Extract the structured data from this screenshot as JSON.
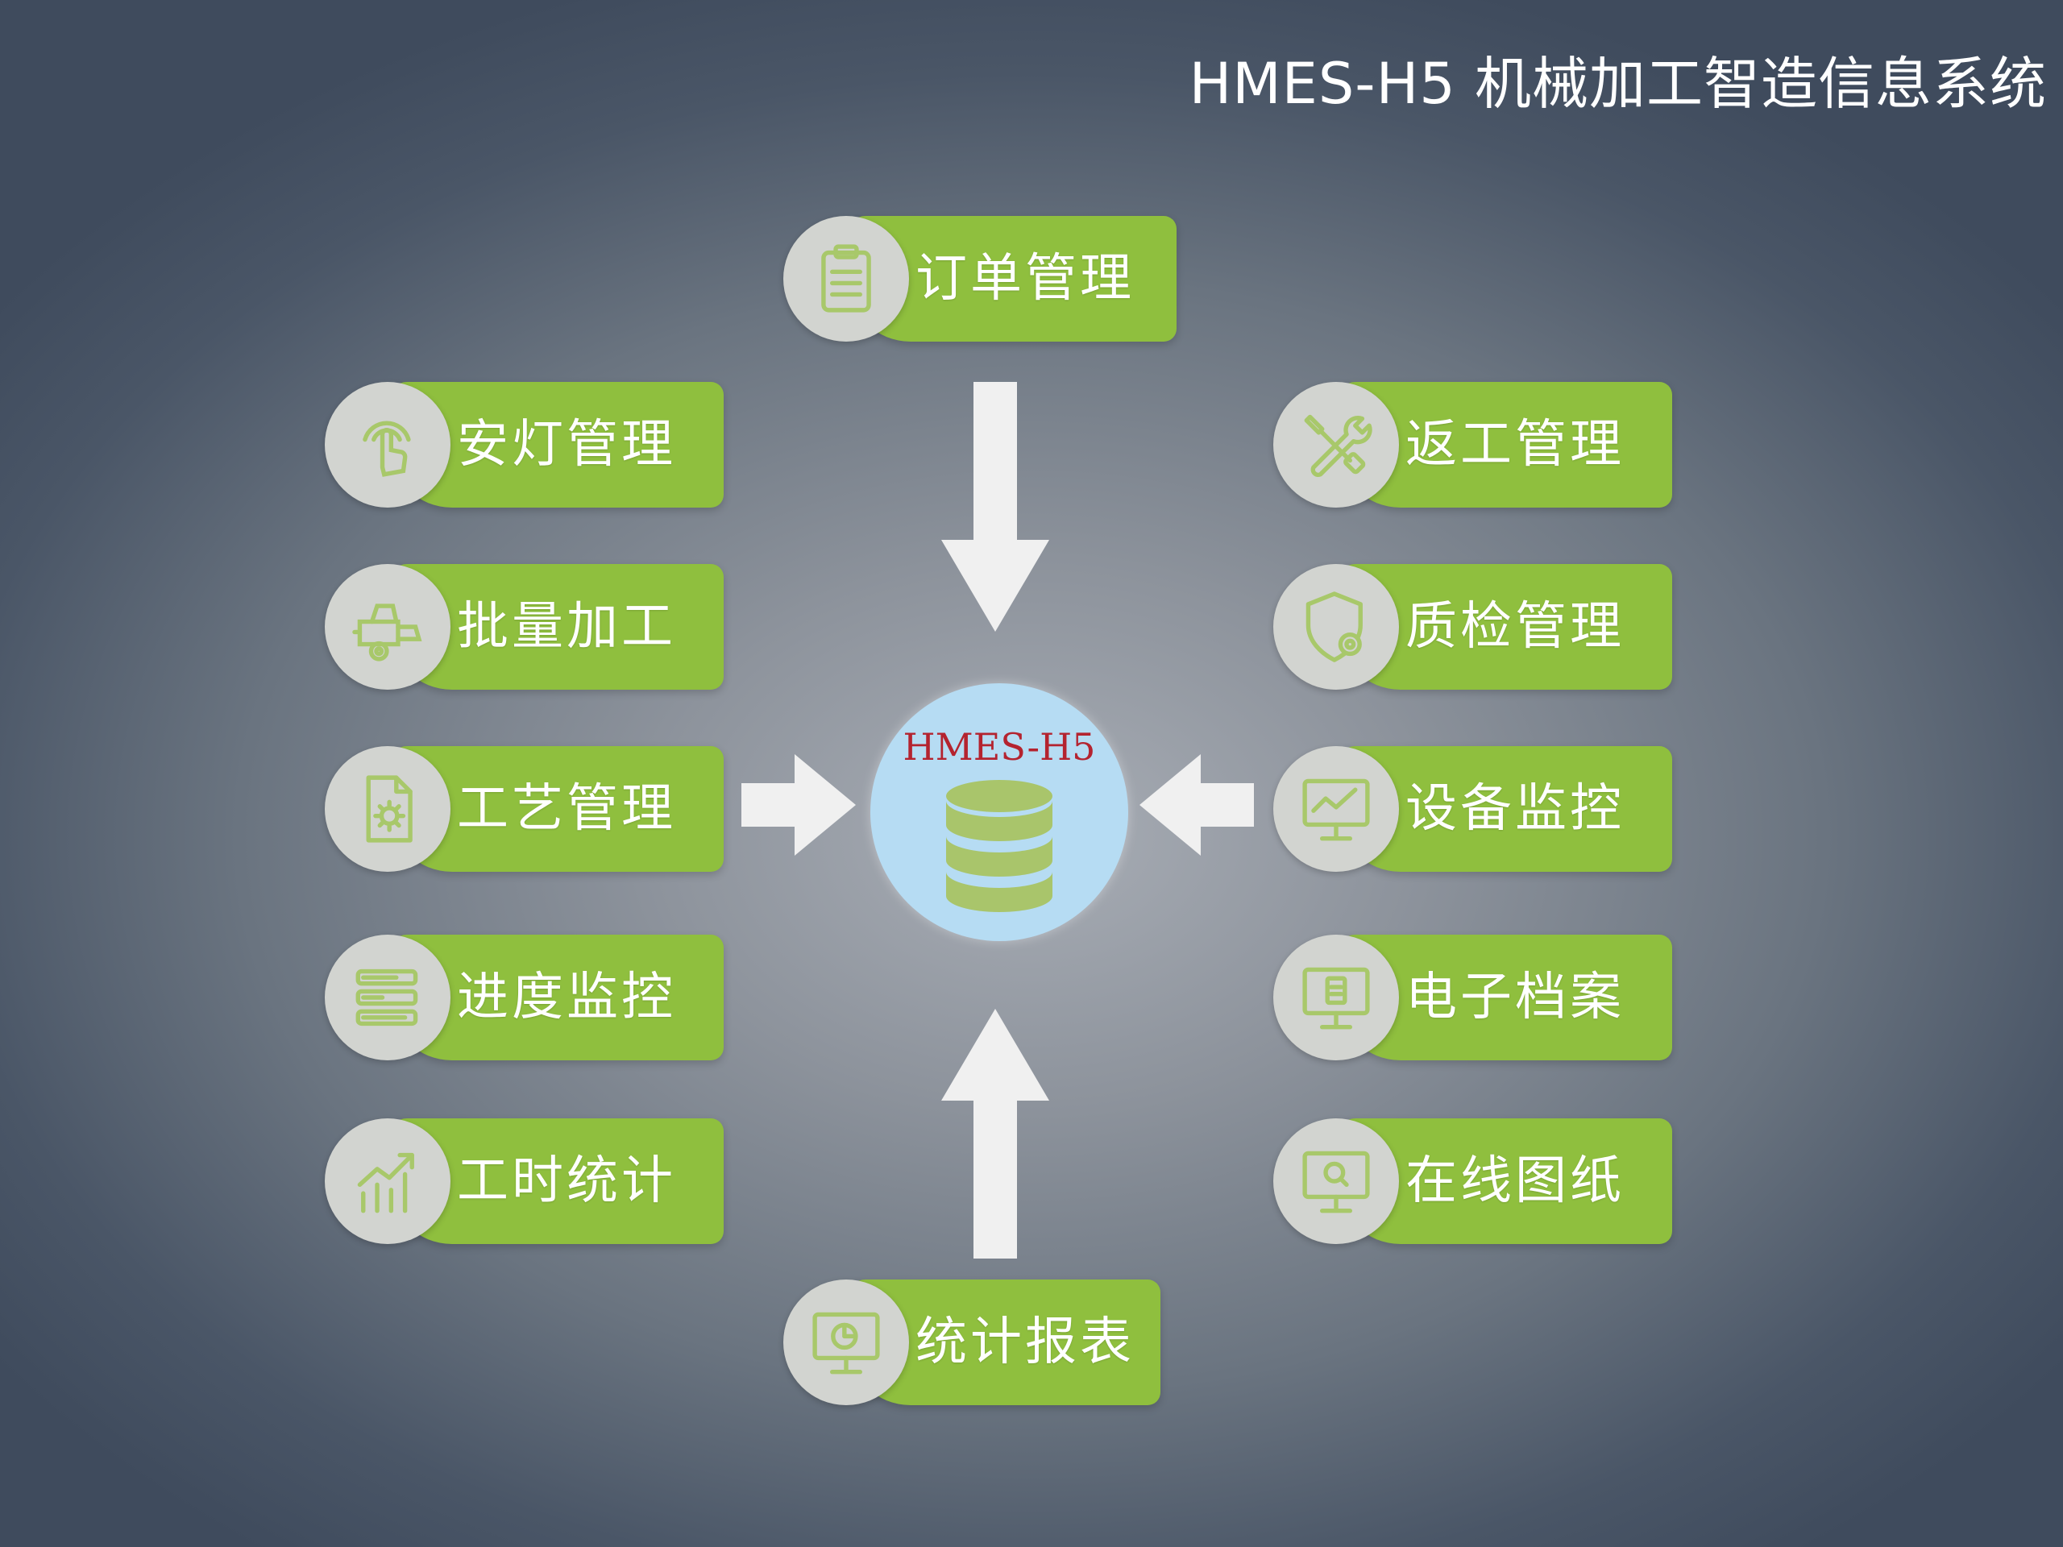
{
  "header": {
    "title": "HMES-H5 机械加工智造信息系统"
  },
  "hub": {
    "label": "HMES-H5",
    "icon": "database-icon"
  },
  "colors": {
    "module_green": "#8fbf3e",
    "icon_circle": "#d2d4d0",
    "icon_stroke": "#a8c86a",
    "hub_fill": "#b6dcf3",
    "hub_label": "#b4232f",
    "arrow": "#f0f0f0"
  },
  "modules": {
    "order": {
      "label": "订单管理",
      "icon": "clipboard-icon"
    },
    "andon": {
      "label": "安灯管理",
      "icon": "touch-hand-icon"
    },
    "batch": {
      "label": "批量加工",
      "icon": "machine-icon"
    },
    "process": {
      "label": "工艺管理",
      "icon": "gear-document-icon"
    },
    "progress": {
      "label": "进度监控",
      "icon": "progress-bars-icon"
    },
    "worktime": {
      "label": "工时统计",
      "icon": "growth-chart-icon"
    },
    "rework": {
      "label": "返工管理",
      "icon": "wrench-screwdriver-icon"
    },
    "quality": {
      "label": "质检管理",
      "icon": "shield-gear-icon"
    },
    "equipment": {
      "label": "设备监控",
      "icon": "monitor-chart-icon"
    },
    "archive": {
      "label": "电子档案",
      "icon": "monitor-document-icon"
    },
    "drawing": {
      "label": "在线图纸",
      "icon": "monitor-search-icon"
    },
    "report": {
      "label": "统计报表",
      "icon": "monitor-pie-icon"
    }
  }
}
